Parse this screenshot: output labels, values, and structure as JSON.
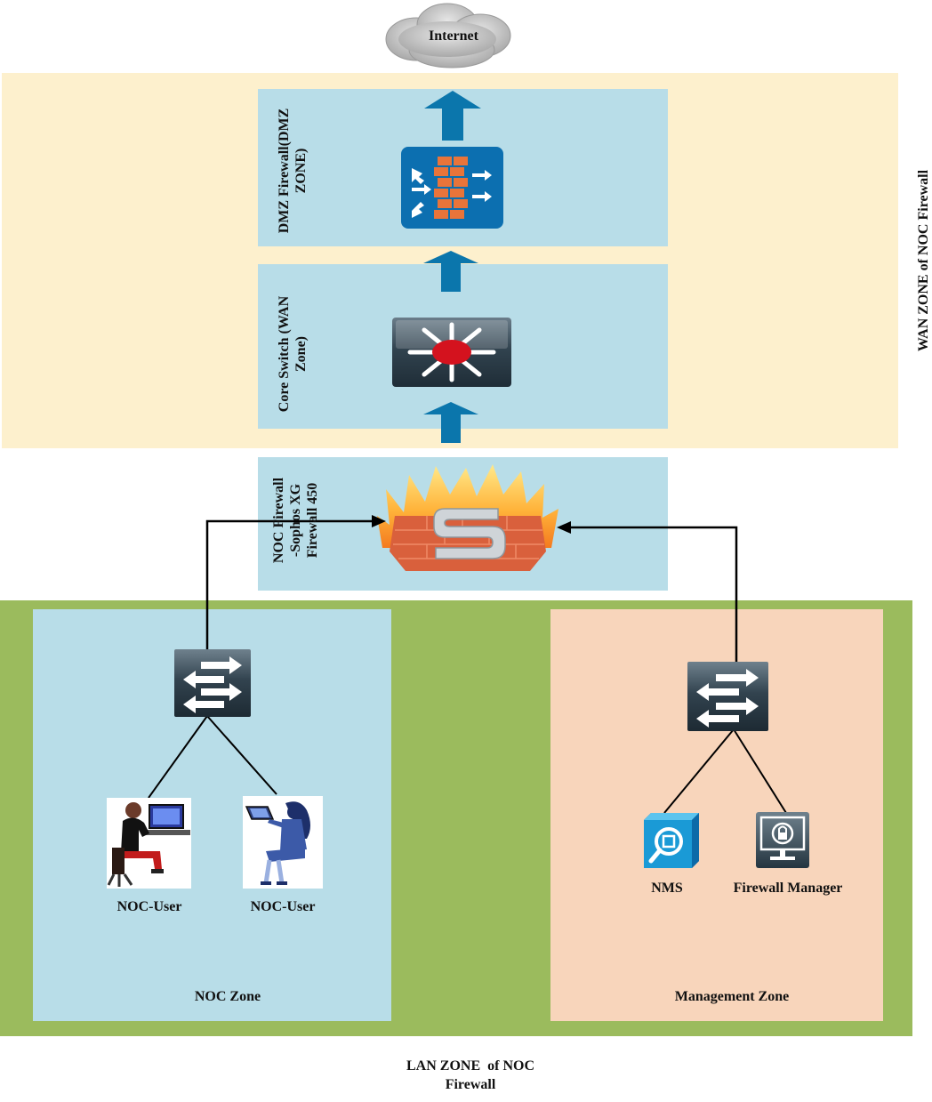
{
  "cloud": {
    "label": "Internet"
  },
  "wan_zone": {
    "label": "WAN ZONE of NOC Firewall"
  },
  "lan_zone": {
    "label_line1": "LAN ZONE  of NOC",
    "label_line2": "Firewall"
  },
  "dmz_firewall": {
    "label": "DMZ Firewall(DMZ\nZONE)"
  },
  "core_switch": {
    "label": "Core Switch (WAN\nZone)"
  },
  "noc_firewall": {
    "label": "NOC Firewall\n-Sophos XG\nFirewall 450"
  },
  "noc_zone": {
    "label": "NOC Zone",
    "users": [
      {
        "label": "NOC-User"
      },
      {
        "label": "NOC-User"
      }
    ]
  },
  "management_zone": {
    "label": "Management Zone",
    "devices": [
      {
        "label": "NMS"
      },
      {
        "label": "Firewall Manager"
      }
    ]
  },
  "colors": {
    "wan_bg": "#fdf0cd",
    "lan_bg": "#9bbb5d",
    "panel_blue": "#b8dde8",
    "mgmt_bg": "#f8d5bb",
    "arrow_blue": "#0b76ac"
  },
  "icons": [
    "cloud-icon",
    "firewall-icon",
    "core-switch-icon",
    "sophos-firewall-icon",
    "switch-icon",
    "user-icon",
    "nms-icon",
    "firewall-manager-icon"
  ]
}
